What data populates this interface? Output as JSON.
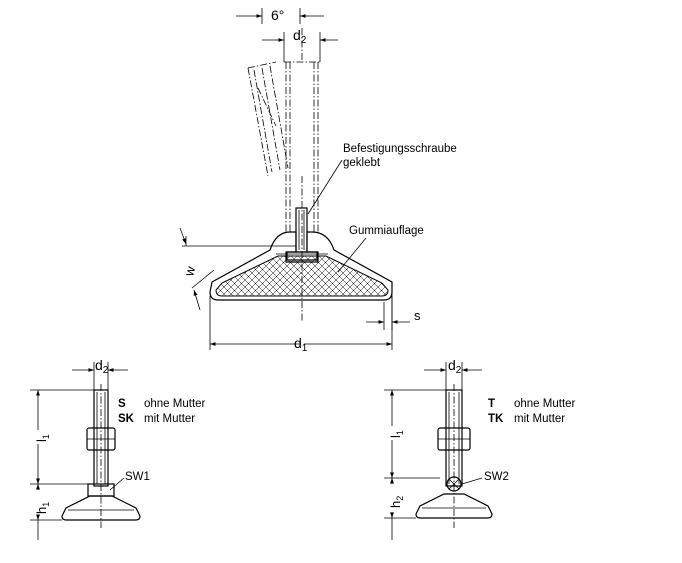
{
  "top": {
    "angle_label": "6°",
    "d2_label": "d",
    "d2_sub": "2",
    "screw_label_line1": "Befestigungsschraube",
    "screw_label_line2": "geklebt",
    "rubber_label": "Gummiauflage",
    "w_label": "w",
    "s_label": "s",
    "d1_label": "d",
    "d1_sub": "1"
  },
  "left_variant": {
    "d2_label": "d",
    "d2_sub": "2",
    "l1_label": "l",
    "l1_sub": "1",
    "h1_label": "h",
    "h1_sub": "1",
    "sw_label": "SW1",
    "codes": [
      {
        "code": "S",
        "text": "ohne Mutter"
      },
      {
        "code": "SK",
        "text": "mit Mutter"
      }
    ]
  },
  "right_variant": {
    "d2_label": "d",
    "d2_sub": "2",
    "l1_label": "l",
    "l1_sub": "1",
    "h2_label": "h",
    "h2_sub": "2",
    "sw_label": "SW2",
    "codes": [
      {
        "code": "T",
        "text": "ohne Mutter"
      },
      {
        "code": "TK",
        "text": "mit Mutter"
      }
    ]
  }
}
